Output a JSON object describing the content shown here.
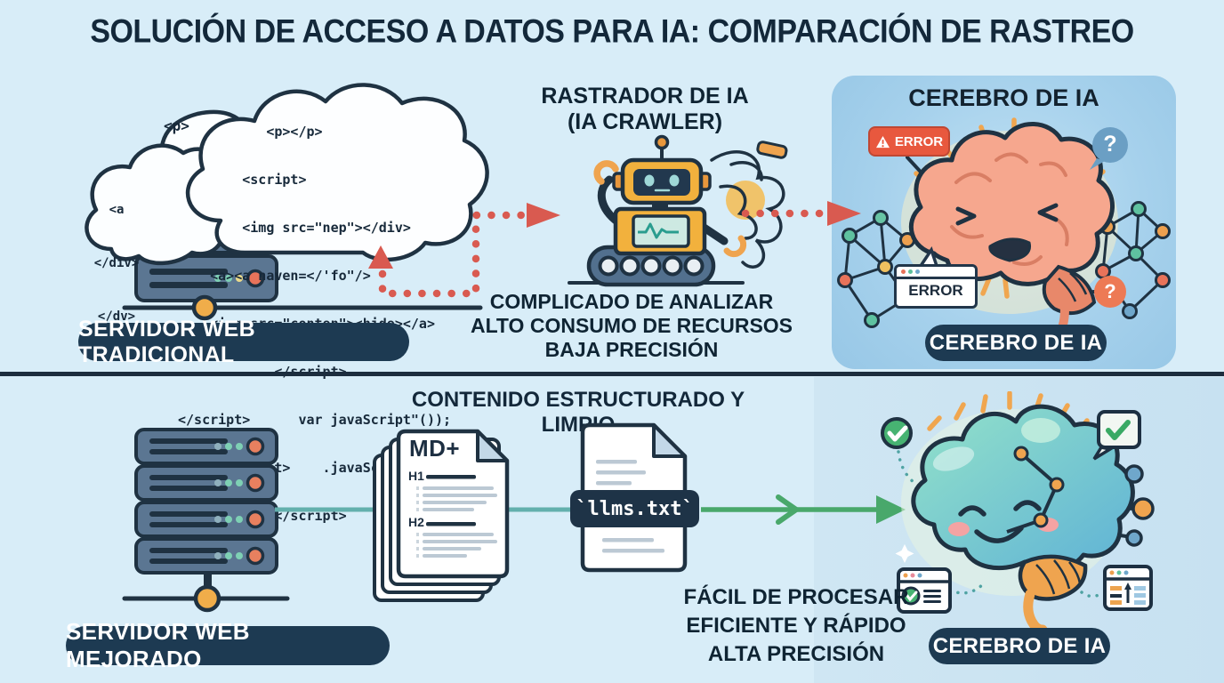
{
  "title": "SOLUCIÓN DE ACCESO A DATOS PARA IA: COMPARACIÓN DE RASTREO",
  "top_section": {
    "server_label": "SERVIDOR WEB TRADICIONAL",
    "cloud_tag_p": "<p>",
    "cloud_small_lines": [
      "<a",
      "</div>",
      "</dv>"
    ],
    "cloud_code_lines": [
      "           <p></p>",
      "        <script>",
      "        <img src=\"nep\"></div>",
      "    <a><a naven=</'fo\"/>",
      "    <img src=\"conten\"><hide></a>",
      "            </script>",
      "</script>      var javaScript\"());",
      "     </script>    .javaScript\"ʃ));",
      "   </dv>    </script>"
    ],
    "crawler_title": [
      "RASTRADOR DE IA",
      "(IA CRAWLER)"
    ],
    "cons": [
      "COMPLICADO DE ANALIZAR",
      "ALTO CONSUMO DE RECURSOS",
      "BAJA PRECISIÓN"
    ],
    "panel_title": "CEREBRO DE IA",
    "error_badge_label": "ERROR",
    "error_bubble_label": "ERROR",
    "question_mark": "?",
    "brain_label": "CEREBRO DE IA"
  },
  "bottom_section": {
    "header": "CONTENIDO ESTRUCTURADO Y LIMPIO",
    "server_label": "SERVIDOR WEB MEJORADO",
    "doc_title": "MD+",
    "doc_heading_1": "H1",
    "doc_heading_2": "H2",
    "file_label": "`llms.txt`",
    "pros": [
      "FÁCIL DE PROCESAR",
      "EFICIENTE Y RÁPIDO",
      "ALTA PRECISIÓN"
    ],
    "brain_label": "CEREBRO DE IA"
  },
  "colors": {
    "background": "#d8edf8",
    "panel_blue": "#a6d1ec",
    "dark_navy": "#1d3a52",
    "ink": "#13283a",
    "error_red": "#e8583e",
    "arrow_red": "#d95a50",
    "arrow_green": "#49a86b",
    "robot_yellow": "#f2b13d",
    "sad_brain_pink": "#f6a78e",
    "happy_brain_teal": "#93e2c9",
    "happy_brain_blue": "#5fb2d6",
    "accent_orange": "#efa44f"
  }
}
